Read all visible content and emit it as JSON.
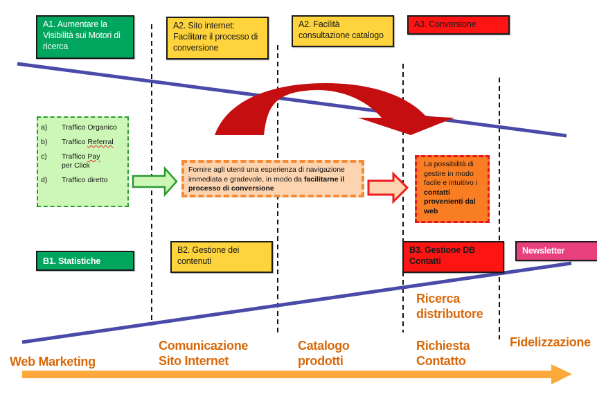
{
  "top_objectives": [
    {
      "code": "A1.",
      "text": "A1. Aumentare la Visibilità sui Motori di ricerca",
      "color": "#00a65e"
    },
    {
      "code": "A2.",
      "text": "A2. Sito internet: Facilitare il processo di conversione",
      "color": "#fed33c"
    },
    {
      "code": "A2.",
      "text": "A2. Facilità consultazione catalogo",
      "color": "#fed33c"
    },
    {
      "code": "A3.",
      "text": "A3. Conversione",
      "color": "#ff1414"
    }
  ],
  "bottom_objectives": [
    {
      "text": "B1. Statistiche",
      "color": "#00a65e"
    },
    {
      "text": "B2. Gestione dei contenuti",
      "color": "#fed33c"
    },
    {
      "text": "B3. Gestione DB Contatti",
      "color": "#ff1414"
    },
    {
      "text": "Newsletter",
      "color": "#e8407d"
    }
  ],
  "traffic_sources": [
    {
      "key": "a)",
      "label": "Traffico Organico"
    },
    {
      "key": "b)",
      "label_pre": "Traffico ",
      "label_flag": "Referral",
      "label_post": ""
    },
    {
      "key": "c)",
      "label_pre": "Traffico ",
      "label_flag": "Pay",
      "label_post": " per Click"
    },
    {
      "key": "d)",
      "label": "Traffico diretto"
    }
  ],
  "goal_box": {
    "text_plain": "Fornire agli utenti una esperienza di navigazione immediata e gradevole, in modo da ",
    "text_bold": "facilitarne il processo di conversione"
  },
  "contacts_box": {
    "text_plain": "La possibilità di gestire in modo facile e intuitivo i ",
    "text_bold": "contatti provenienti dal web"
  },
  "stages": [
    {
      "line1": "Web Marketing",
      "line2": ""
    },
    {
      "line1": "Comunicazione",
      "line2": "Sito Internet"
    },
    {
      "line1": "Catalogo",
      "line2": "prodotti"
    },
    {
      "line1": "Ricerca",
      "line2": "distributore"
    },
    {
      "line1": "Richiesta",
      "line2": "Contatto"
    },
    {
      "line1": "Fidelizzazione",
      "line2": ""
    }
  ],
  "colors": {
    "timeline_arrow": "#fca83a",
    "stage_text": "#d8690b",
    "trend_line": "#4a4aa8",
    "curved_arrow": "#c50e10",
    "green_arrow_fill": "#cdf7b6",
    "green_arrow_stroke": "#2a9a32",
    "red_arrow_fill": "#fcd4b0",
    "red_arrow_stroke": "#ee1c1c"
  }
}
